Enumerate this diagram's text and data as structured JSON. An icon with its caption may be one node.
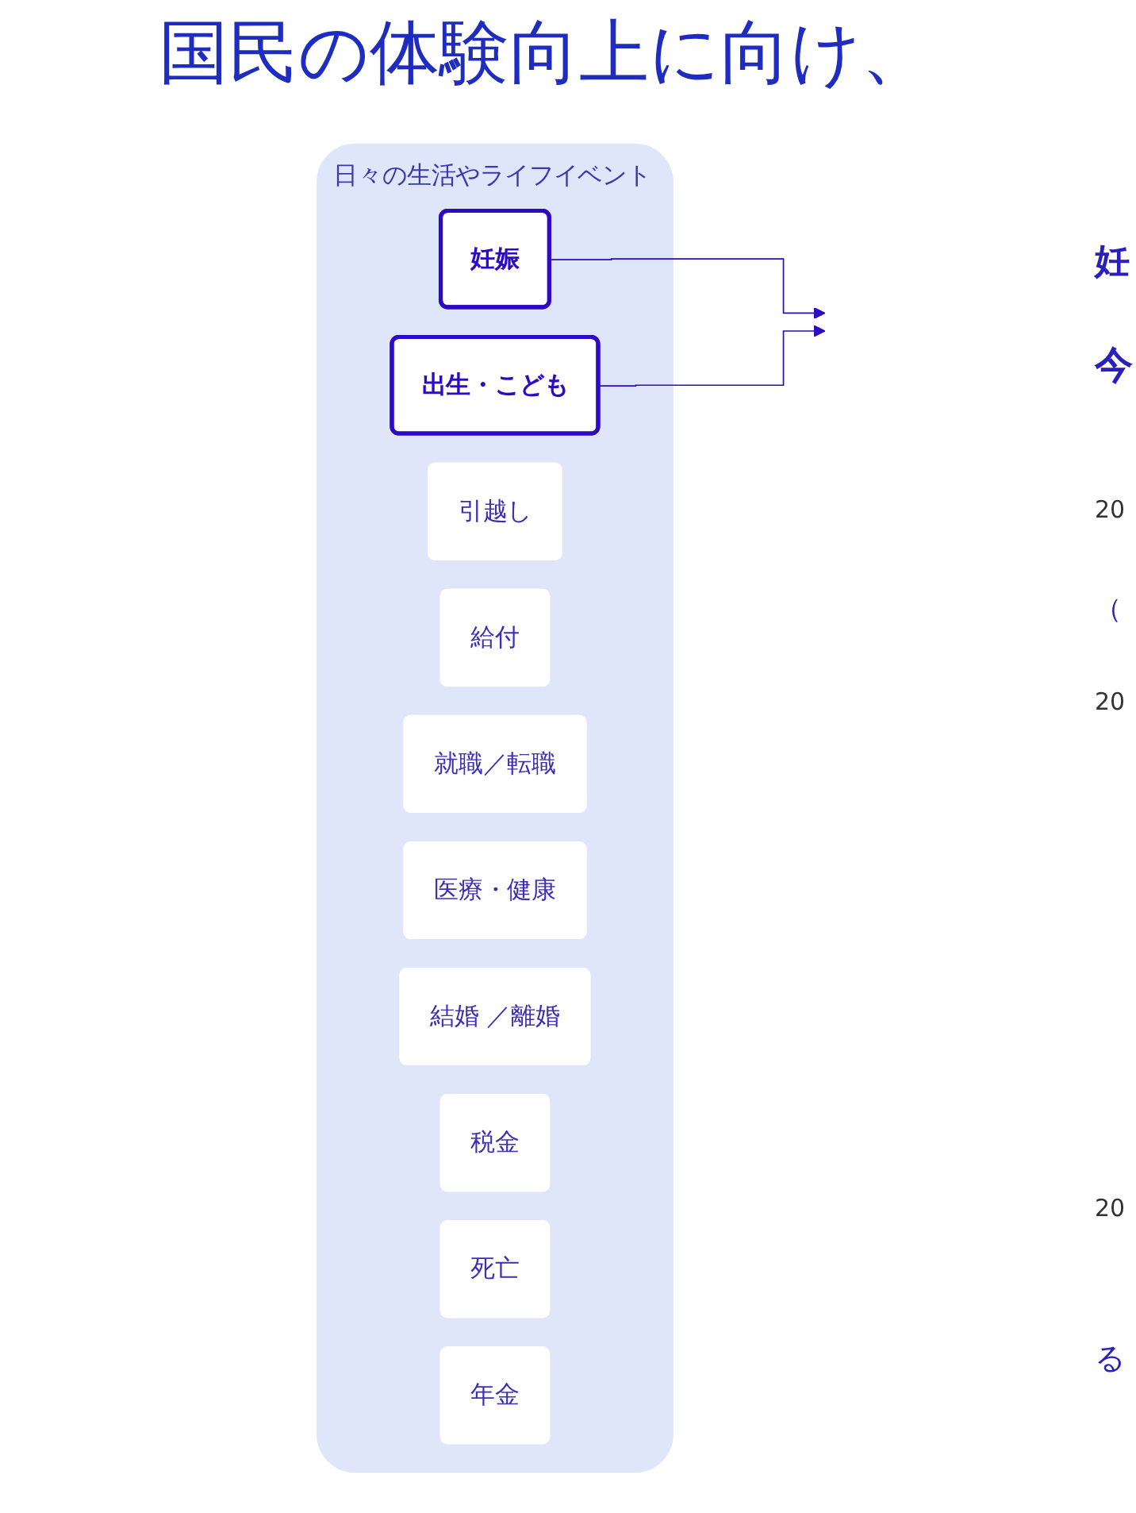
{
  "diagram": {
    "title": "国民の体験向上に向け、",
    "nodes": [
      {
        "text": [
          "日々の生活やライフイベント"
        ]
      },
      {
        "text": [
          "妊娠"
        ],
        "in": 0
      },
      {
        "text": [
          "出生・こども"
        ],
        "in": 0
      },
      {
        "text": [
          "引越し"
        ],
        "in": 0
      },
      {
        "text": [
          "給付"
        ],
        "in": 0
      },
      {
        "text": [
          "就職／転職"
        ],
        "in": 0
      },
      {
        "text": [
          "医療・健康"
        ],
        "in": 0
      },
      {
        "text": [
          "結婚 ／離婚"
        ],
        "in": 0
      },
      {
        "text": [
          "税金"
        ],
        "in": 0
      },
      {
        "text": [
          "死亡"
        ],
        "in": 0
      },
      {
        "text": [
          "年金"
        ],
        "in": 0
      }
    ],
    "edges": [
      {
        "from": 1,
        "to": null,
        "arrow": "to"
      },
      {
        "from": 2,
        "to": null,
        "arrow": "to"
      }
    ],
    "labels": [
      "妊",
      "今",
      "20",
      "（",
      "20",
      "20",
      "る"
    ]
  }
}
